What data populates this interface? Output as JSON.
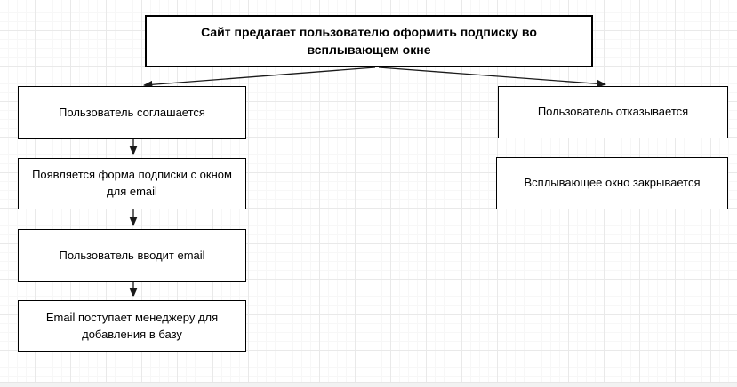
{
  "diagram": {
    "type": "flowchart",
    "background": "#ffffff",
    "grid_minor_color": "#f7f7f7",
    "grid_major_color": "#e9e9e9",
    "node_border_color": "#000000",
    "node_fill_color": "#ffffff",
    "edge_color": "#1a1a1a"
  },
  "nodes": {
    "root": {
      "label": "Сайт предагает пользователю оформить подписку во всплывающем окне"
    },
    "agree": {
      "label": "Пользователь соглашается"
    },
    "form": {
      "label": "Появляется форма подписки с окном для email"
    },
    "enter_email": {
      "label": "Пользователь вводит email"
    },
    "email_manager": {
      "label": "Email поступает менеджеру для добавления в базу"
    },
    "decline": {
      "label": "Пользователь отказывается"
    },
    "popup_close": {
      "label": "Всплывающее окно закрывается"
    }
  },
  "edges": [
    {
      "from": "root",
      "to": "agree"
    },
    {
      "from": "root",
      "to": "decline"
    },
    {
      "from": "agree",
      "to": "form"
    },
    {
      "from": "form",
      "to": "enter_email"
    },
    {
      "from": "enter_email",
      "to": "email_manager"
    }
  ]
}
